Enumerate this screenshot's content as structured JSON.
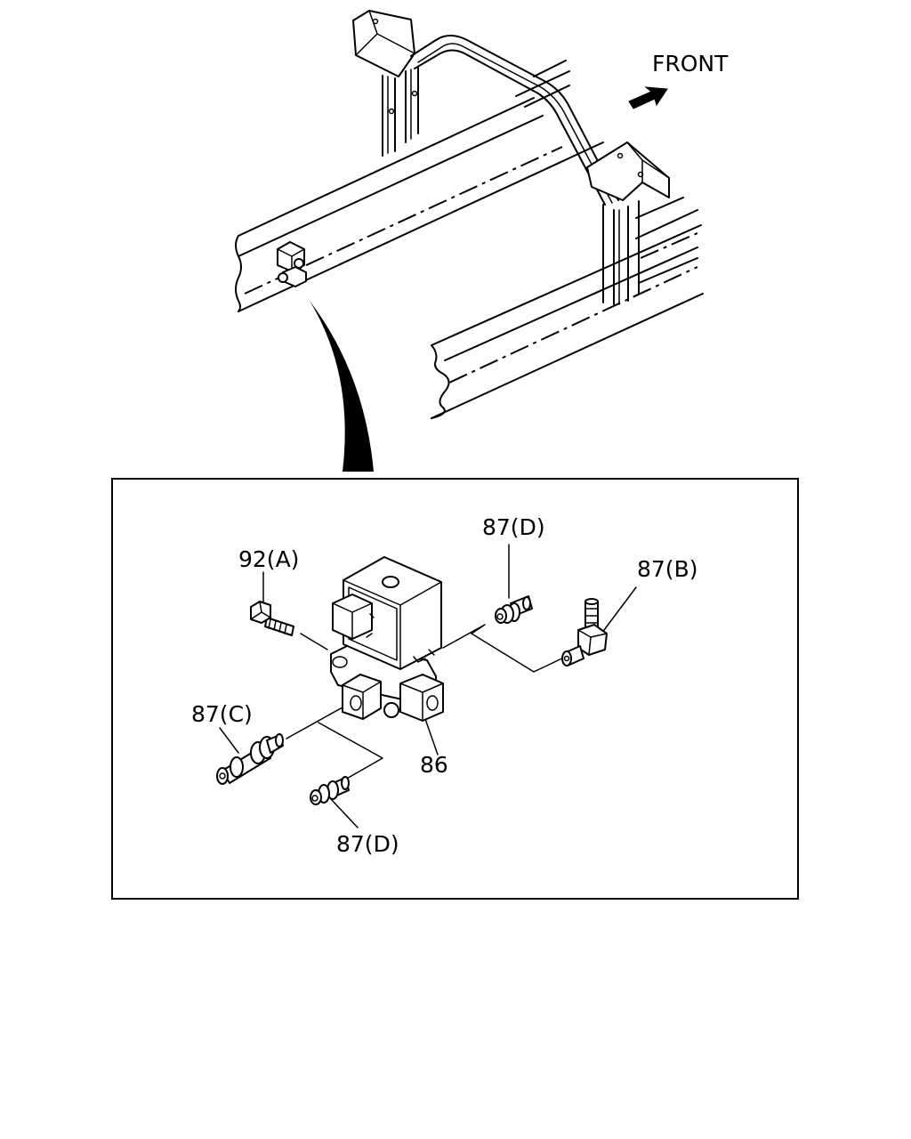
{
  "direction_label": "FRONT",
  "callouts": {
    "bolt": "92(A)",
    "connector_top_right": "87(D)",
    "elbow_connector": "87(B)",
    "straight_connector_left": "87(C)",
    "valve": "86",
    "connector_bottom": "87(D)"
  }
}
